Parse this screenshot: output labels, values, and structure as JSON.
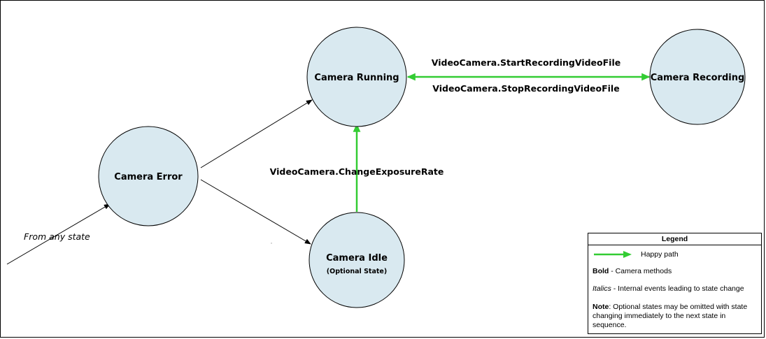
{
  "states": {
    "running": "Camera Running",
    "recording": "Camera Recording",
    "error": "Camera Error",
    "idle": "Camera Idle",
    "idle_sub": "(Optional State)"
  },
  "transitions": {
    "start_recording": "VideoCamera.StartRecordingVideoFile",
    "stop_recording": "VideoCamera.StopRecordingVideoFile",
    "change_exposure": "VideoCamera.ChangeExposureRate",
    "from_any_state": "From any state"
  },
  "legend": {
    "title": "Legend",
    "happy_path": "Happy path",
    "bold_term": "Bold",
    "bold_desc": " - Camera methods",
    "italic_term": "Italics",
    "italic_desc": " - Internal events leading to state change",
    "note_term": "Note",
    "note_desc": ": Optional states may be omitted with state changing immediately to the next state in sequence."
  },
  "colors": {
    "state_fill": "#d9e9f0",
    "happy_path": "#33cc33",
    "edge": "#000000"
  }
}
